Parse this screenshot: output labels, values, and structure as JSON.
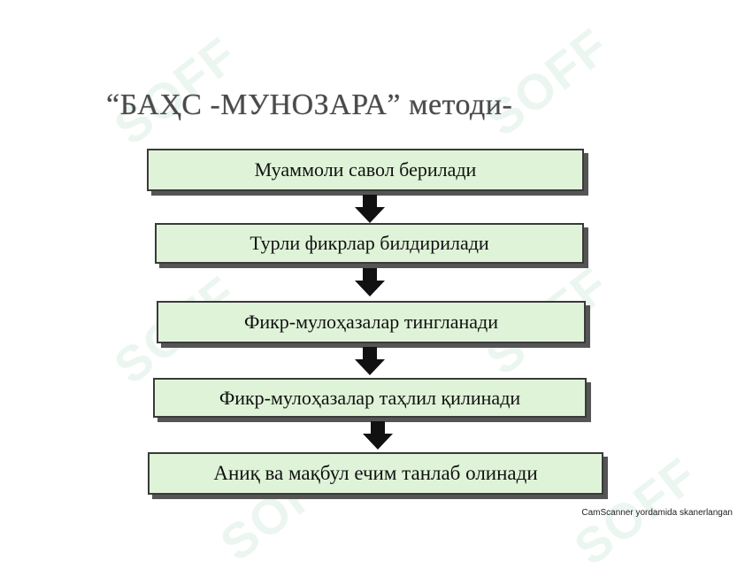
{
  "watermark": {
    "text": "SOFF"
  },
  "title": "“БАҲС -МУНОЗАРА” методи-",
  "steps": [
    {
      "label": "Муаммоли савол берилади"
    },
    {
      "label": "Турли фикрлар билдирилади"
    },
    {
      "label": "Фикр-мулоҳазалар тингланади"
    },
    {
      "label": "Фикр-мулоҳазалар таҳлил қилинади"
    },
    {
      "label": "Аниқ ва мақбул ечим танлаб олинади"
    }
  ],
  "colors": {
    "box_fill": "#dff3d8",
    "box_border": "#3a3a3a",
    "arrow": "#111111",
    "watermark": "#78be96"
  },
  "footer": "CamScanner yordamida skanerlangan"
}
